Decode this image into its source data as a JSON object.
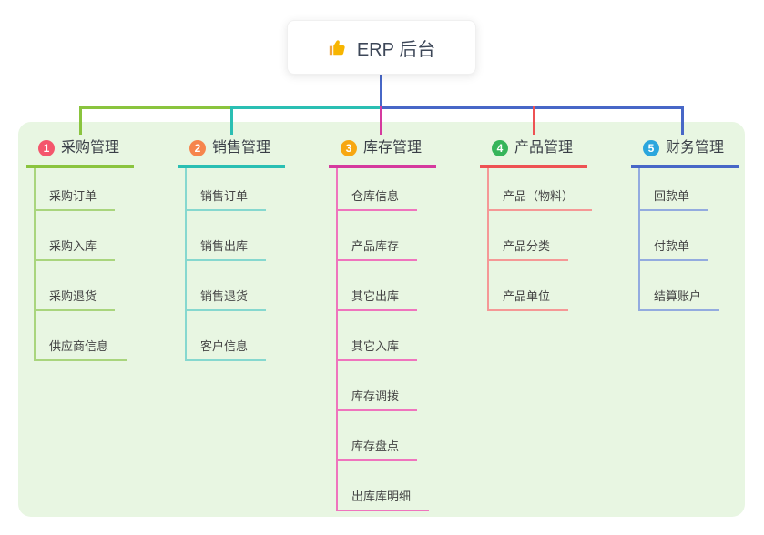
{
  "root": {
    "title": "ERP 后台",
    "icon": "thumbs-up-icon"
  },
  "branches": [
    {
      "badge": "1",
      "title": "采购管理",
      "line_color": "#8ac43e",
      "light_line_color": "#a9d57d",
      "badge_color": "#f4566c",
      "children": [
        "采购订单",
        "采购入库",
        "采购退货",
        "供应商信息"
      ]
    },
    {
      "badge": "2",
      "title": "销售管理",
      "line_color": "#2abfb3",
      "light_line_color": "#86d8cf",
      "badge_color": "#f6854c",
      "children": [
        "销售订单",
        "销售出库",
        "销售退货",
        "客户信息"
      ]
    },
    {
      "badge": "3",
      "title": "库存管理",
      "line_color": "#d53a9e",
      "light_line_color": "#ef74bd",
      "badge_color": "#f7a711",
      "children": [
        "仓库信息",
        "产品库存",
        "其它出库",
        "其它入库",
        "库存调拨",
        "库存盘点",
        "出库库明细"
      ]
    },
    {
      "badge": "4",
      "title": "产品管理",
      "line_color": "#ee5253",
      "light_line_color": "#f59896",
      "badge_color": "#36b55a",
      "children": [
        "产品（物料）",
        "产品分类",
        "产品单位"
      ]
    },
    {
      "badge": "5",
      "title": "财务管理",
      "line_color": "#4767c7",
      "light_line_color": "#93abdf",
      "badge_color": "#2ba6dd",
      "children": [
        "回款单",
        "付款单",
        "结算账户"
      ]
    }
  ],
  "colors": {
    "canvas_background": "#ffffff",
    "panel_background": "#e8f6e2",
    "root_connector_blue": "#4767c7",
    "root_text": "#3d4758",
    "branch_title_text": "#3a3f47",
    "child_text": "#454545",
    "thumb_gold": "#f7b500"
  }
}
